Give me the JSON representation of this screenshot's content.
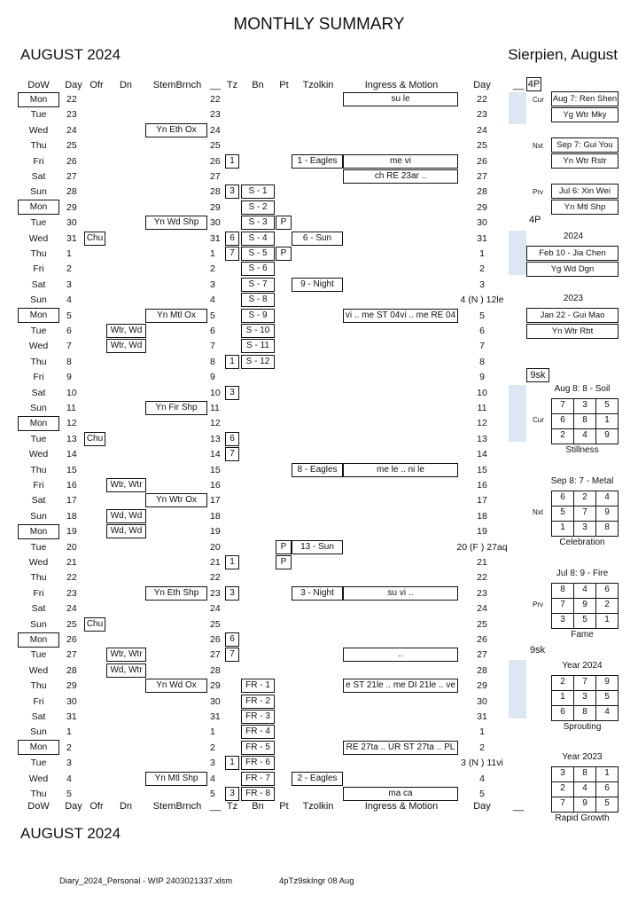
{
  "page": {
    "title": "MONTHLY   SUMMARY",
    "month_label": "AUGUST  2024",
    "alt_month": "Sierpien, August",
    "footer_month": "AUGUST  2024",
    "footer_file": "Diary_2024_Personal - WIP 2403021337.xlsm",
    "footer_code": "4pTz9skIngr 08 Aug"
  },
  "headers": {
    "dow": "DoW",
    "day": "Day",
    "ofr": "Ofr",
    "dn": "Dn",
    "stem": "StemBrnch",
    "blank": "__",
    "tz": "Tz",
    "bn": "Bn",
    "pt": "Pt",
    "tzolkin": "Tzolkin",
    "ingress": "Ingress & Motion",
    "day2": "Day",
    "blank2": "__"
  },
  "rows": [
    {
      "dow": "Mon",
      "day": "22",
      "ofr": "",
      "dn": "",
      "stem": "",
      "d2": "22",
      "tz": "",
      "bn": "",
      "pt": "",
      "tzol": "",
      "ingr": "su le",
      "day2": "22",
      "mon": true
    },
    {
      "dow": "Tue",
      "day": "23",
      "ofr": "",
      "dn": "",
      "stem": "",
      "d2": "23",
      "tz": "",
      "bn": "",
      "pt": "",
      "tzol": "",
      "ingr": "",
      "day2": "23"
    },
    {
      "dow": "Wed",
      "day": "24",
      "ofr": "",
      "dn": "",
      "stem": "Yn Eth Ox",
      "d2": "24",
      "tz": "",
      "bn": "",
      "pt": "",
      "tzol": "",
      "ingr": "",
      "day2": "24"
    },
    {
      "dow": "Thu",
      "day": "25",
      "ofr": "",
      "dn": "",
      "stem": "",
      "d2": "25",
      "tz": "",
      "bn": "",
      "pt": "",
      "tzol": "",
      "ingr": "",
      "day2": "25"
    },
    {
      "dow": "Fri",
      "day": "26",
      "ofr": "",
      "dn": "",
      "stem": "",
      "d2": "26",
      "tz": "1",
      "bn": "",
      "pt": "",
      "tzol": "1 - Eagles",
      "ingr": "me vi",
      "day2": "26"
    },
    {
      "dow": "Sat",
      "day": "27",
      "ofr": "",
      "dn": "",
      "stem": "",
      "d2": "27",
      "tz": "",
      "bn": "",
      "pt": "",
      "tzol": "",
      "ingr": "ch RE 23ar ..",
      "day2": "27"
    },
    {
      "dow": "Sun",
      "day": "28",
      "ofr": "",
      "dn": "",
      "stem": "",
      "d2": "28",
      "tz": "3",
      "bn": "S - 1",
      "pt": "",
      "tzol": "",
      "ingr": "",
      "day2": "28"
    },
    {
      "dow": "Mon",
      "day": "29",
      "ofr": "",
      "dn": "",
      "stem": "",
      "d2": "29",
      "tz": "",
      "bn": "S - 2",
      "pt": "",
      "tzol": "",
      "ingr": "",
      "day2": "29",
      "mon": true
    },
    {
      "dow": "Tue",
      "day": "30",
      "ofr": "",
      "dn": "",
      "stem": "Yn Wd Shp",
      "d2": "30",
      "tz": "",
      "bn": "S - 3",
      "pt": "P",
      "tzol": "",
      "ingr": "",
      "day2": "30"
    },
    {
      "dow": "Wed",
      "day": "31",
      "ofr": "Chu",
      "dn": "",
      "stem": "",
      "d2": "31",
      "tz": "6",
      "bn": "S - 4",
      "pt": "",
      "tzol": "6 - Sun",
      "ingr": "",
      "day2": "31"
    },
    {
      "dow": "Thu",
      "day": "1",
      "ofr": "",
      "dn": "",
      "stem": "",
      "d2": "1",
      "tz": "7",
      "bn": "S - 5",
      "pt": "P",
      "tzol": "",
      "ingr": "",
      "day2": "1"
    },
    {
      "dow": "Fri",
      "day": "2",
      "ofr": "",
      "dn": "",
      "stem": "",
      "d2": "2",
      "tz": "",
      "bn": "S - 6",
      "pt": "",
      "tzol": "",
      "ingr": "",
      "day2": "2"
    },
    {
      "dow": "Sat",
      "day": "3",
      "ofr": "",
      "dn": "",
      "stem": "",
      "d2": "3",
      "tz": "",
      "bn": "S - 7",
      "pt": "",
      "tzol": "9 - Night",
      "ingr": "",
      "day2": "3"
    },
    {
      "dow": "Sun",
      "day": "4",
      "ofr": "",
      "dn": "",
      "stem": "",
      "d2": "4",
      "tz": "",
      "bn": "S - 8",
      "pt": "",
      "tzol": "",
      "ingr": "",
      "day2": "4 (N ) 12le"
    },
    {
      "dow": "Mon",
      "day": "5",
      "ofr": "",
      "dn": "",
      "stem": "Yn Mtl Ox",
      "d2": "5",
      "tz": "",
      "bn": "S - 9",
      "pt": "",
      "tzol": "",
      "ingr": "vi .. me ST 04vi .. me RE 04",
      "day2": "5",
      "mon": true
    },
    {
      "dow": "Tue",
      "day": "6",
      "ofr": "",
      "dn": "Wtr, Wd",
      "stem": "",
      "d2": "6",
      "tz": "",
      "bn": "S - 10",
      "pt": "",
      "tzol": "",
      "ingr": "",
      "day2": "6"
    },
    {
      "dow": "Wed",
      "day": "7",
      "ofr": "",
      "dn": "Wtr, Wd",
      "stem": "",
      "d2": "7",
      "tz": "",
      "bn": "S - 11",
      "pt": "",
      "tzol": "",
      "ingr": "",
      "day2": "7"
    },
    {
      "dow": "Thu",
      "day": "8",
      "ofr": "",
      "dn": "",
      "stem": "",
      "d2": "8",
      "tz": "1",
      "bn": "S - 12",
      "pt": "",
      "tzol": "",
      "ingr": "",
      "day2": "8"
    },
    {
      "dow": "Fri",
      "day": "9",
      "ofr": "",
      "dn": "",
      "stem": "",
      "d2": "9",
      "tz": "",
      "bn": "",
      "pt": "",
      "tzol": "",
      "ingr": "",
      "day2": "9"
    },
    {
      "dow": "Sat",
      "day": "10",
      "ofr": "",
      "dn": "",
      "stem": "",
      "d2": "10",
      "tz": "3",
      "bn": "",
      "pt": "",
      "tzol": "",
      "ingr": "",
      "day2": "10"
    },
    {
      "dow": "Sun",
      "day": "11",
      "ofr": "",
      "dn": "",
      "stem": "Yn Fir Shp",
      "d2": "11",
      "tz": "",
      "bn": "",
      "pt": "",
      "tzol": "",
      "ingr": "",
      "day2": "11"
    },
    {
      "dow": "Mon",
      "day": "12",
      "ofr": "",
      "dn": "",
      "stem": "",
      "d2": "12",
      "tz": "",
      "bn": "",
      "pt": "",
      "tzol": "",
      "ingr": "",
      "day2": "12",
      "mon": true
    },
    {
      "dow": "Tue",
      "day": "13",
      "ofr": "Chu",
      "dn": "",
      "stem": "",
      "d2": "13",
      "tz": "6",
      "bn": "",
      "pt": "",
      "tzol": "",
      "ingr": "",
      "day2": "13"
    },
    {
      "dow": "Wed",
      "day": "14",
      "ofr": "",
      "dn": "",
      "stem": "",
      "d2": "14",
      "tz": "7",
      "bn": "",
      "pt": "",
      "tzol": "",
      "ingr": "",
      "day2": "14"
    },
    {
      "dow": "Thu",
      "day": "15",
      "ofr": "",
      "dn": "",
      "stem": "",
      "d2": "15",
      "tz": "",
      "bn": "",
      "pt": "",
      "tzol": "8 - Eagles",
      "ingr": "me le .. ni le",
      "day2": "15"
    },
    {
      "dow": "Fri",
      "day": "16",
      "ofr": "",
      "dn": "Wtr, Wtr",
      "stem": "",
      "d2": "16",
      "tz": "",
      "bn": "",
      "pt": "",
      "tzol": "",
      "ingr": "",
      "day2": "16"
    },
    {
      "dow": "Sat",
      "day": "17",
      "ofr": "",
      "dn": "",
      "stem": "Yn Wtr Ox",
      "d2": "17",
      "tz": "",
      "bn": "",
      "pt": "",
      "tzol": "",
      "ingr": "",
      "day2": "17"
    },
    {
      "dow": "Sun",
      "day": "18",
      "ofr": "",
      "dn": "Wd, Wd",
      "stem": "",
      "d2": "18",
      "tz": "",
      "bn": "",
      "pt": "",
      "tzol": "",
      "ingr": "",
      "day2": "18"
    },
    {
      "dow": "Mon",
      "day": "19",
      "ofr": "",
      "dn": "Wd, Wd",
      "stem": "",
      "d2": "19",
      "tz": "",
      "bn": "",
      "pt": "",
      "tzol": "",
      "ingr": "",
      "day2": "19",
      "mon": true
    },
    {
      "dow": "Tue",
      "day": "20",
      "ofr": "",
      "dn": "",
      "stem": "",
      "d2": "20",
      "tz": "",
      "bn": "",
      "pt": "P",
      "tzol": "13 - Sun",
      "ingr": "",
      "day2": "20 (F ) 27aq"
    },
    {
      "dow": "Wed",
      "day": "21",
      "ofr": "",
      "dn": "",
      "stem": "",
      "d2": "21",
      "tz": "1",
      "bn": "",
      "pt": "P",
      "tzol": "",
      "ingr": "",
      "day2": "21"
    },
    {
      "dow": "Thu",
      "day": "22",
      "ofr": "",
      "dn": "",
      "stem": "",
      "d2": "22",
      "tz": "",
      "bn": "",
      "pt": "",
      "tzol": "",
      "ingr": "",
      "day2": "22"
    },
    {
      "dow": "Fri",
      "day": "23",
      "ofr": "",
      "dn": "",
      "stem": "Yn Eth Shp",
      "d2": "23",
      "tz": "3",
      "bn": "",
      "pt": "",
      "tzol": "3 - Night",
      "ingr": "su vi ..",
      "day2": "23"
    },
    {
      "dow": "Sat",
      "day": "24",
      "ofr": "",
      "dn": "",
      "stem": "",
      "d2": "24",
      "tz": "",
      "bn": "",
      "pt": "",
      "tzol": "",
      "ingr": "",
      "day2": "24"
    },
    {
      "dow": "Sun",
      "day": "25",
      "ofr": "Chu",
      "dn": "",
      "stem": "",
      "d2": "25",
      "tz": "",
      "bn": "",
      "pt": "",
      "tzol": "",
      "ingr": "",
      "day2": "25"
    },
    {
      "dow": "Mon",
      "day": "26",
      "ofr": "",
      "dn": "",
      "stem": "",
      "d2": "26",
      "tz": "6",
      "bn": "",
      "pt": "",
      "tzol": "",
      "ingr": "",
      "day2": "26",
      "mon": true
    },
    {
      "dow": "Tue",
      "day": "27",
      "ofr": "",
      "dn": "Wtr, Wtr",
      "stem": "",
      "d2": "27",
      "tz": "7",
      "bn": "",
      "pt": "",
      "tzol": "",
      "ingr": "..",
      "day2": "27"
    },
    {
      "dow": "Wed",
      "day": "28",
      "ofr": "",
      "dn": "Wd, Wtr",
      "stem": "",
      "d2": "28",
      "tz": "",
      "bn": "",
      "pt": "",
      "tzol": "",
      "ingr": "",
      "day2": "28"
    },
    {
      "dow": "Thu",
      "day": "29",
      "ofr": "",
      "dn": "",
      "stem": "Yn Wd Ox",
      "d2": "29",
      "tz": "",
      "bn": "FR - 1",
      "pt": "",
      "tzol": "",
      "ingr": "e ST 21le .. me DI 21le .. ve",
      "day2": "29"
    },
    {
      "dow": "Fri",
      "day": "30",
      "ofr": "",
      "dn": "",
      "stem": "",
      "d2": "30",
      "tz": "",
      "bn": "FR - 2",
      "pt": "",
      "tzol": "",
      "ingr": "",
      "day2": "30"
    },
    {
      "dow": "Sat",
      "day": "31",
      "ofr": "",
      "dn": "",
      "stem": "",
      "d2": "31",
      "tz": "",
      "bn": "FR - 3",
      "pt": "",
      "tzol": "",
      "ingr": "",
      "day2": "31"
    },
    {
      "dow": "Sun",
      "day": "1",
      "ofr": "",
      "dn": "",
      "stem": "",
      "d2": "1",
      "tz": "",
      "bn": "FR - 4",
      "pt": "",
      "tzol": "",
      "ingr": "",
      "day2": "1"
    },
    {
      "dow": "Mon",
      "day": "2",
      "ofr": "",
      "dn": "",
      "stem": "",
      "d2": "2",
      "tz": "",
      "bn": "FR - 5",
      "pt": "",
      "tzol": "",
      "ingr": "RE 27ta .. UR ST 27ta .. PL",
      "day2": "2",
      "mon": true
    },
    {
      "dow": "Tue",
      "day": "3",
      "ofr": "",
      "dn": "",
      "stem": "",
      "d2": "3",
      "tz": "1",
      "bn": "FR - 6",
      "pt": "",
      "tzol": "",
      "ingr": "",
      "day2": "3 (N ) 11vi"
    },
    {
      "dow": "Wed",
      "day": "4",
      "ofr": "",
      "dn": "",
      "stem": "Yn Mtl Shp",
      "d2": "4",
      "tz": "",
      "bn": "FR - 7",
      "pt": "",
      "tzol": "2 - Eagles",
      "ingr": "",
      "day2": "4"
    },
    {
      "dow": "Thu",
      "day": "5",
      "ofr": "",
      "dn": "",
      "stem": "",
      "d2": "5",
      "tz": "3",
      "bn": "FR - 8",
      "pt": "",
      "tzol": "",
      "ingr": "ma ca",
      "day2": "5"
    }
  ],
  "right": {
    "fourP_label": "4P",
    "fourP_label2": "4P",
    "cur_tag": "Cur",
    "nxt_tag": "Nxt",
    "prv_tag": "Prv",
    "cur1": "Aug 7: Ren Shen",
    "cur2": "Yg Wtr Mky",
    "nxt1": "Sep 7: Gui You",
    "nxt2": "Yn Wtr Rstr",
    "prv1": "Jul 6: Xin Wei",
    "prv2": "Yn Mtl Shp",
    "y2024": "2024",
    "y2024a": "Feb 10 - Jia Chen",
    "y2024b": "Yg Wd Dgn",
    "y2023": "2023",
    "y2023a": "Jan 22 - Gui Mao",
    "y2023b": "Yn Wtr Rbt",
    "nine_label": "9sk",
    "nine_label2": "9sk",
    "g1": {
      "title": "Aug 8:  8 - Soil",
      "tag": "Cur",
      "cells": [
        "7",
        "3",
        "5",
        "6",
        "8",
        "1",
        "2",
        "4",
        "9"
      ],
      "caption": "Stillness"
    },
    "g2": {
      "title": "Sep 8:  7 - Metal",
      "tag": "Nxt",
      "cells": [
        "6",
        "2",
        "4",
        "5",
        "7",
        "9",
        "1",
        "3",
        "8"
      ],
      "caption": "Celebration"
    },
    "g3": {
      "title": "Jul 8:  9 - Fire",
      "tag": "Prv",
      "cells": [
        "8",
        "4",
        "6",
        "7",
        "9",
        "2",
        "3",
        "5",
        "1"
      ],
      "caption": "Fame"
    },
    "g4": {
      "title": "Year  2024",
      "tag": "",
      "cells": [
        "2",
        "7",
        "9",
        "1",
        "3",
        "5",
        "6",
        "8",
        "4"
      ],
      "caption": "Sprouting"
    },
    "g5": {
      "title": "Year  2023",
      "tag": "",
      "cells": [
        "3",
        "8",
        "1",
        "2",
        "4",
        "6",
        "7",
        "9",
        "5"
      ],
      "caption": "Rapid Growth"
    }
  },
  "colors": {
    "shade": "#dbe7f3",
    "ink": "#111111"
  }
}
